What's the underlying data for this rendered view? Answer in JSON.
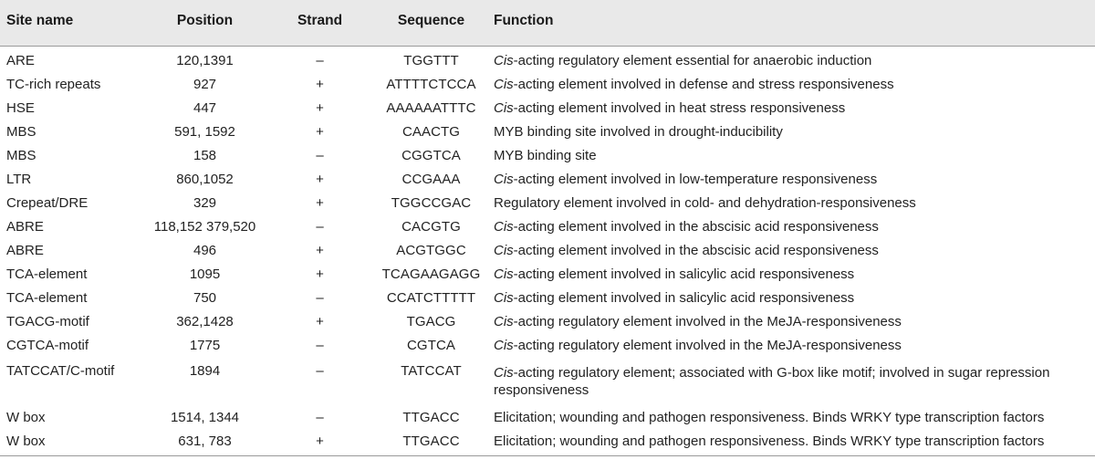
{
  "headers": {
    "site": "Site name",
    "position": "Position",
    "strand": "Strand",
    "sequence": "Sequence",
    "function": "Function"
  },
  "rows": [
    {
      "site": "ARE",
      "position": "120,1391",
      "strand": "–",
      "sequence": "TGGTTT",
      "fn_ital": "Cis",
      "fn_rest": "-acting regulatory element essential for anaerobic induction"
    },
    {
      "site": "TC-rich repeats",
      "position": "927",
      "strand": "+",
      "sequence": "ATTTTCTCCA",
      "fn_ital": "Cis",
      "fn_rest": "-acting element involved in defense and stress responsiveness"
    },
    {
      "site": "HSE",
      "position": "447",
      "strand": "+",
      "sequence": "AAAAAATTTC",
      "fn_ital": "Cis",
      "fn_rest": "-acting element involved in heat stress responsiveness"
    },
    {
      "site": "MBS",
      "position": "591, 1592",
      "strand": "+",
      "sequence": "CAACTG",
      "fn_ital": "",
      "fn_rest": "MYB binding site involved in drought-inducibility"
    },
    {
      "site": "MBS",
      "position": "158",
      "strand": "–",
      "sequence": "CGGTCA",
      "fn_ital": "",
      "fn_rest": "MYB binding site"
    },
    {
      "site": "LTR",
      "position": "860,1052",
      "strand": "+",
      "sequence": "CCGAAA",
      "fn_ital": "Cis",
      "fn_rest": "-acting element involved in low-temperature responsiveness"
    },
    {
      "site": "Crepeat/DRE",
      "position": "329",
      "strand": "+",
      "sequence": "TGGCCGAC",
      "fn_ital": "",
      "fn_rest": "Regulatory element involved in cold- and dehydration-responsiveness"
    },
    {
      "site": "ABRE",
      "position": "118,152 379,520",
      "strand": "–",
      "sequence": "CACGTG",
      "fn_ital": "Cis",
      "fn_rest": "-acting element involved in the abscisic acid responsiveness"
    },
    {
      "site": "ABRE",
      "position": "496",
      "strand": "+",
      "sequence": "ACGTGGC",
      "fn_ital": "Cis",
      "fn_rest": "-acting element involved in the abscisic acid responsiveness"
    },
    {
      "site": "TCA-element",
      "position": "1095",
      "strand": "+",
      "sequence": "TCAGAAGAGG",
      "fn_ital": "Cis",
      "fn_rest": "-acting element involved in salicylic acid responsiveness"
    },
    {
      "site": "TCA-element",
      "position": "750",
      "strand": "–",
      "sequence": "CCATCTTTTT",
      "fn_ital": "Cis",
      "fn_rest": "-acting element involved in salicylic acid responsiveness"
    },
    {
      "site": "TGACG-motif",
      "position": "362,1428",
      "strand": "+",
      "sequence": "TGACG",
      "fn_ital": "Cis",
      "fn_rest": "-acting regulatory element involved in the MeJA-responsiveness"
    },
    {
      "site": "CGTCA-motif",
      "position": "1775",
      "strand": "–",
      "sequence": "CGTCA",
      "fn_ital": "Cis",
      "fn_rest": "-acting regulatory element involved in the MeJA-responsiveness"
    },
    {
      "site": "TATCCAT/C-motif",
      "position": "1894",
      "strand": "–",
      "sequence": "TATCCAT",
      "fn_ital": "Cis",
      "fn_rest": "-acting regulatory element; associated with G-box like motif; involved in sugar repression responsiveness",
      "tall": true
    },
    {
      "site": "W box",
      "position": "1514, 1344",
      "strand": "–",
      "sequence": "TTGACC",
      "fn_ital": "",
      "fn_rest": "Elicitation; wounding and pathogen responsiveness. Binds WRKY type transcription factors"
    },
    {
      "site": "W box",
      "position": "631, 783",
      "strand": "+",
      "sequence": "TTGACC",
      "fn_ital": "",
      "fn_rest": "Elicitation; wounding and pathogen responsiveness. Binds WRKY type transcription factors"
    }
  ]
}
